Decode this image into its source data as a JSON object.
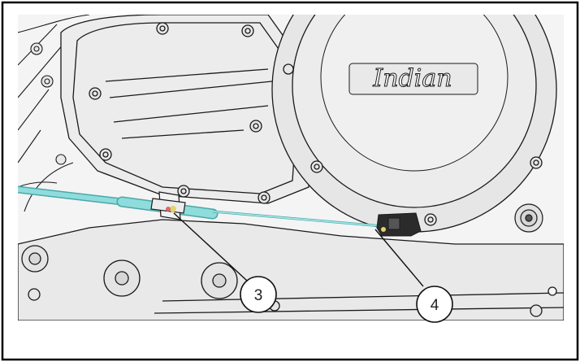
{
  "figure": {
    "logo_text": "Indian",
    "callouts": [
      {
        "label": "3"
      },
      {
        "label": "4"
      }
    ],
    "colors": {
      "line": "#1a1a1a",
      "part_fill": "#ececec",
      "cover_fill": "#e4e4e4",
      "harness": "#8fdcdc",
      "harness_dark": "#4aa8a8",
      "connector": "#2b2b2b",
      "callout_fill": "#ffffff",
      "border": "#000000"
    }
  }
}
